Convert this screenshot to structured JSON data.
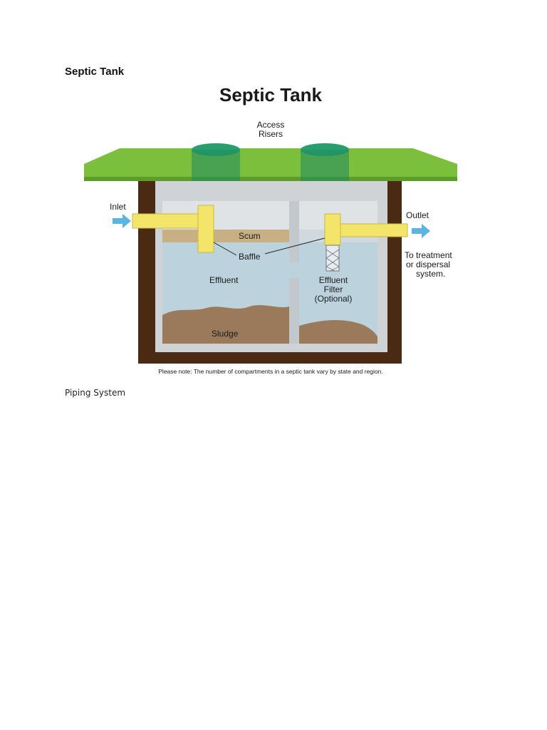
{
  "document": {
    "section_heading": "Septic Tank",
    "following_heading": "Piping System"
  },
  "diagram": {
    "title": "Septic Tank",
    "labels": {
      "access_risers_line1": "Access",
      "access_risers_line2": "Risers",
      "inlet": "Inlet",
      "outlet": "Outlet",
      "scum": "Scum",
      "baffle": "Baffle",
      "effluent": "Effluent",
      "effluent_filter_line1": "Effluent",
      "effluent_filter_line2": "Filter",
      "effluent_filter_line3": "(Optional)",
      "sludge": "Sludge",
      "destination_line1": "To treatment",
      "destination_line2": "or dispersal",
      "destination_line3": "system."
    },
    "note": "Please note: The number of compartments in a septic tank vary by state and region.",
    "colors": {
      "grass": "#7cbf3c",
      "soil": "#4a2a12",
      "tank_wall": "#cfd3d6",
      "water": "#bcd3dd",
      "scum": "#c8b084",
      "sludge": "#9b7a5c",
      "pipe": "#f2e56a",
      "riser": "#1f8a5e",
      "arrow": "#5bb5e0"
    },
    "icons": [
      "inlet-arrow-icon",
      "outlet-arrow-icon"
    ]
  }
}
